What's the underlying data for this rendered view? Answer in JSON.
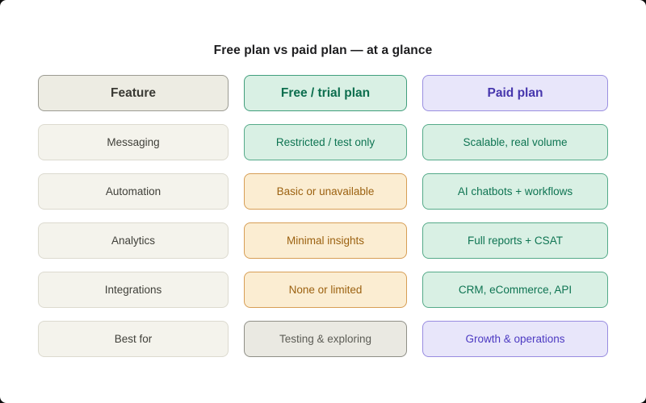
{
  "page": {
    "title": "Free plan vs paid plan — at a glance"
  },
  "palette": {
    "card_background": "#ffffff",
    "outer_background": "#0d0d0d",
    "title_text": "#1d1d1f",
    "neutral_bg": "#f4f3ec",
    "neutral_header_bg": "#edece3",
    "neutral_header_border": "#9b9b92",
    "green_bg": "#d9f0e4",
    "green_border": "#4aa382",
    "green_text": "#0e7452",
    "orange_bg": "#fbedd2",
    "orange_border": "#d79e55",
    "orange_text": "#9c6211",
    "purple_bg": "#e8e6fa",
    "purple_border": "#9a8fe0",
    "purple_text": "#4c3ac2",
    "gray_bg": "#eae9e2",
    "gray_border": "#8f8f87",
    "gray_text": "#5d5d56"
  },
  "table": {
    "columns": [
      {
        "id": "feature",
        "header": {
          "label": "Feature",
          "style": "neutral-header"
        }
      },
      {
        "id": "free",
        "header": {
          "label": "Free / trial plan",
          "style": "green-header"
        }
      },
      {
        "id": "paid",
        "header": {
          "label": "Paid plan",
          "style": "purple-header"
        }
      }
    ],
    "rows": [
      {
        "id": "messaging",
        "cells": [
          {
            "col": "feature",
            "label": "Messaging",
            "style": "neutral"
          },
          {
            "col": "free",
            "label": "Restricted / test only",
            "style": "green"
          },
          {
            "col": "paid",
            "label": "Scalable, real volume",
            "style": "green"
          }
        ]
      },
      {
        "id": "automation",
        "cells": [
          {
            "col": "feature",
            "label": "Automation",
            "style": "neutral"
          },
          {
            "col": "free",
            "label": "Basic or unavailable",
            "style": "orange"
          },
          {
            "col": "paid",
            "label": "AI chatbots + workflows",
            "style": "green"
          }
        ]
      },
      {
        "id": "analytics",
        "cells": [
          {
            "col": "feature",
            "label": "Analytics",
            "style": "neutral"
          },
          {
            "col": "free",
            "label": "Minimal insights",
            "style": "orange"
          },
          {
            "col": "paid",
            "label": "Full reports + CSAT",
            "style": "green"
          }
        ]
      },
      {
        "id": "integrations",
        "cells": [
          {
            "col": "feature",
            "label": "Integrations",
            "style": "neutral"
          },
          {
            "col": "free",
            "label": "None or limited",
            "style": "orange"
          },
          {
            "col": "paid",
            "label": "CRM, eCommerce, API",
            "style": "green"
          }
        ]
      },
      {
        "id": "best-for",
        "cells": [
          {
            "col": "feature",
            "label": "Best for",
            "style": "neutral"
          },
          {
            "col": "free",
            "label": "Testing & exploring",
            "style": "gray"
          },
          {
            "col": "paid",
            "label": "Growth & operations",
            "style": "purple"
          }
        ]
      }
    ]
  }
}
